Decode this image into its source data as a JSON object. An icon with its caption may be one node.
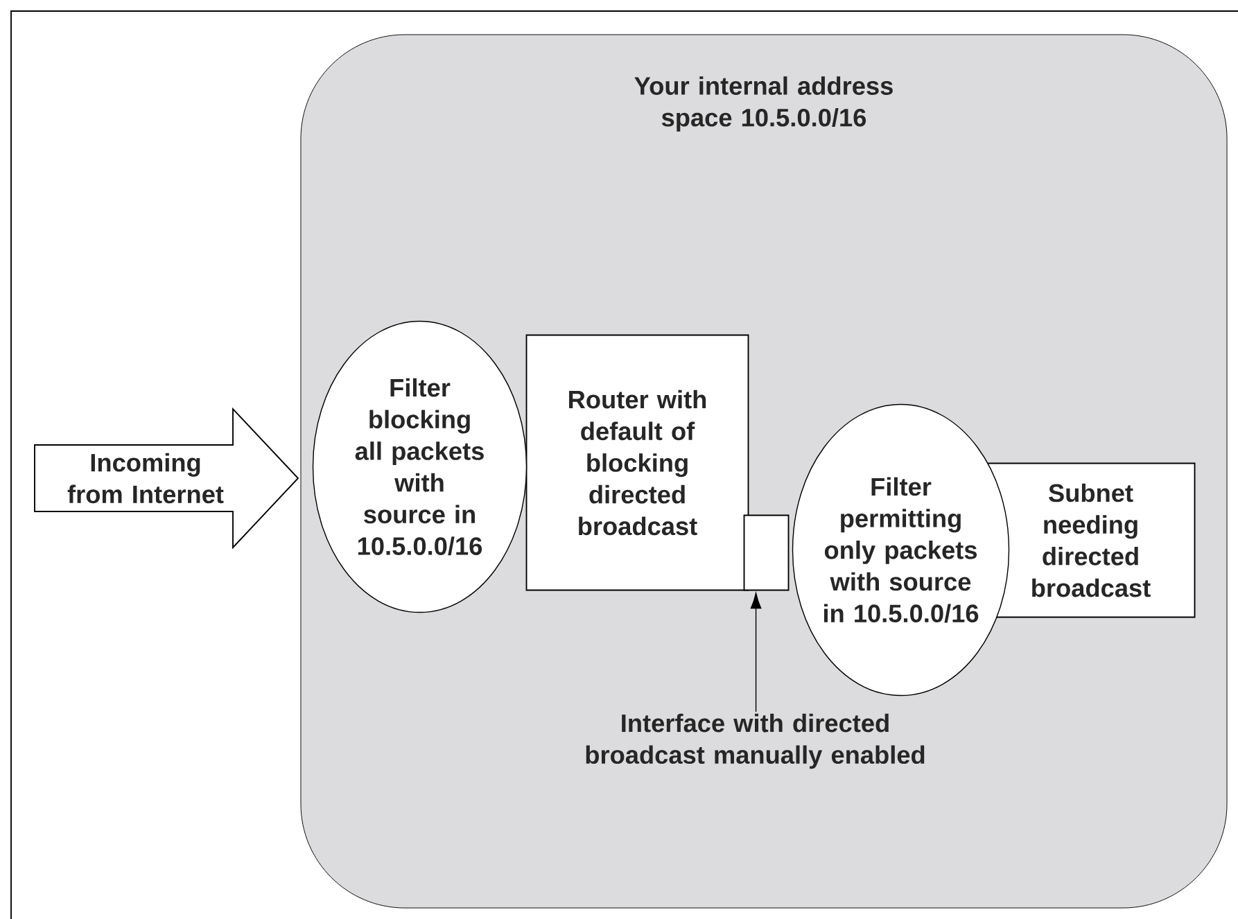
{
  "diagram": {
    "nodes": [
      {
        "text": [
          "Your internal address space 10.5.0.0/16"
        ]
      },
      {
        "text": [
          "Incoming from Internet"
        ]
      },
      {
        "text": [
          "Filter blocking all packets with source in 10.5.0.0/16"
        ],
        "in": 0
      },
      {
        "text": [
          "Router with default of blocking directed broadcast"
        ],
        "in": 0
      },
      {
        "text": [],
        "shape": "box",
        "in": 0
      },
      {
        "text": [
          "Filter permitting only packets with source in 10.5.0.0/16"
        ],
        "in": 0
      },
      {
        "text": [
          "Subnet needing directed broadcast"
        ],
        "in": 0
      },
      {
        "text": [
          "Interface with directed broadcast manually enabled"
        ],
        "in": 0
      }
    ],
    "edges": [
      {
        "from": 7,
        "to": 4,
        "arrow": "to"
      }
    ]
  }
}
